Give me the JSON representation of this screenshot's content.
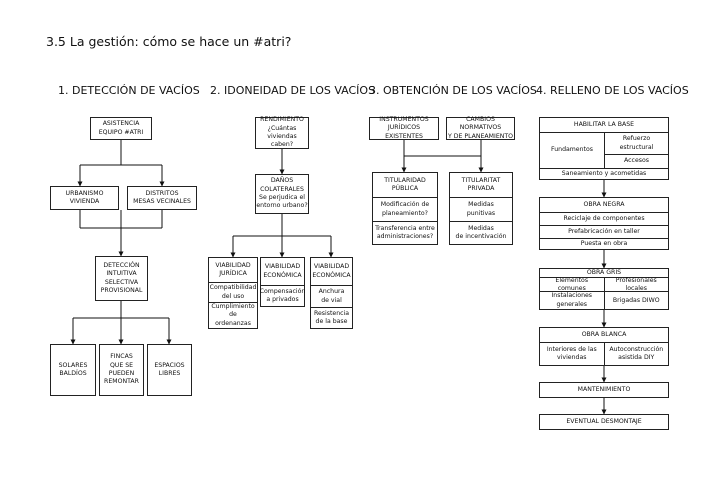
{
  "page_title": "3.5 La gestión: cómo se hace un #atri?",
  "headings": [
    "1. DETECCIÓN DE VACÍOS",
    "2. IDONEIDAD DE LOS VACÍOS",
    "3. OBTENCIÓN DE LOS VACÍOS",
    "4. RELLENO DE LOS VACÍOS"
  ],
  "col1": {
    "asistencia": [
      "ASISTENCIA",
      "EQUIPO #ATRI"
    ],
    "urbanismo": [
      "URBANISMO",
      "VIVIENDA"
    ],
    "distritos": [
      "DISTRITOS",
      "MESAS VECINALES"
    ],
    "deteccion": [
      "DETECCIÓN",
      "INTUITIVA",
      "SELECTIVA",
      "PROVISIONAL"
    ],
    "solares": [
      "SOLARES",
      "BALDÍOS"
    ],
    "fincas": [
      "FINCAS",
      "QUE SE",
      "PUEDEN",
      "REMONTAR"
    ],
    "espacios": [
      "ESPACIOS",
      "LIBRES"
    ]
  },
  "col2": {
    "rendimiento": [
      "RENDIMIENTO",
      "¿Cuántas",
      "viviendas caben?"
    ],
    "danos": [
      "DAÑOS",
      "COLATERALES",
      "Se perjudica el",
      "entorno urbano?"
    ],
    "juridica": {
      "title": [
        "VIABILIDAD",
        "JURÍDICA"
      ],
      "items": [
        [
          "Compatibilidad",
          "del uso"
        ],
        [
          "Cumplimiento",
          "de ordenanzas"
        ]
      ]
    },
    "economica1": {
      "title": [
        "VIABILIDAD",
        "ECONÓMICA"
      ],
      "items": [
        [
          "Compensación",
          "a privados"
        ]
      ]
    },
    "economica2": {
      "title": [
        "VIABILIDAD",
        "ECONÓMICA"
      ],
      "items": [
        [
          "Anchura",
          "de vial"
        ],
        [
          "Resistencia",
          "de la base"
        ]
      ]
    }
  },
  "col3": {
    "instrumentos": [
      "INSTRUMENTOS",
      "JURÍDICOS EXISTENTES"
    ],
    "cambios": [
      "CAMBIOS NORMATIVOS",
      "Y DE PLANEAMIENTO"
    ],
    "publica": {
      "title": [
        "TITULARIDAD",
        "PÚBLICA"
      ],
      "items": [
        [
          "Modificación de",
          "planeamiento?"
        ],
        [
          "Transferencia entre",
          "administraciones?"
        ]
      ]
    },
    "privada": {
      "title": [
        "TITULARITAT",
        "PRIVADA"
      ],
      "items": [
        [
          "Medidas",
          "punitivas"
        ],
        [
          "Medidas",
          "de incentivación"
        ]
      ]
    }
  },
  "col4": {
    "habilitar": {
      "title": "HABILITAR LA BASE",
      "fundamentos": "Fundamentos",
      "sub": [
        "Refuerzo",
        "estructural"
      ],
      "accesos": "Accesos",
      "saneamiento": "Saneamiento y acometidas"
    },
    "obra_negra": {
      "title": "OBRA NEGRA",
      "items": [
        "Reciclaje de componentes",
        "Prefabricación en taller",
        "Puesta en obra"
      ]
    },
    "obra_gris": {
      "title": "OBRA GRIS",
      "items": [
        "Elementos comunes",
        "Profesionales locales",
        "Instalaciones generales",
        "Brigadas DIWO"
      ]
    },
    "obra_blanca": {
      "title": "OBRA BLANCA",
      "left": [
        "Interiores de las",
        "viviendas"
      ],
      "right": [
        "Autoconstrucción",
        "asistida DIY"
      ]
    },
    "mantenimiento": "MANTENIMIENTO",
    "desmontaje": "EVENTUAL DESMONTAJE"
  }
}
